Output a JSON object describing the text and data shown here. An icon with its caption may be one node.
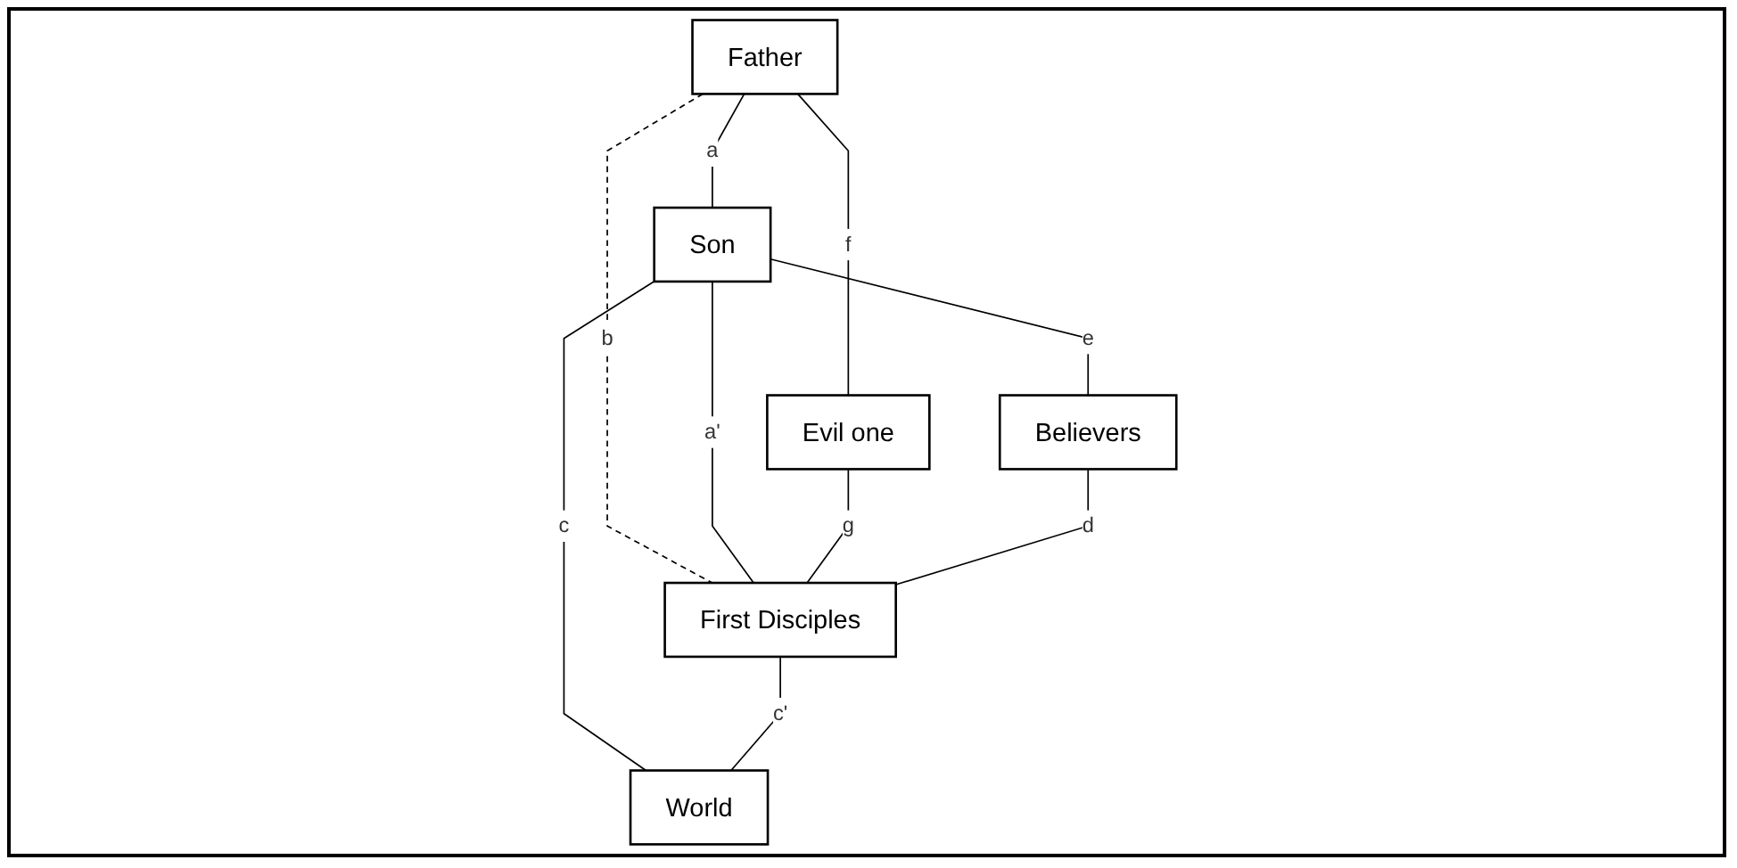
{
  "diagram": {
    "nodes": [
      {
        "text": [
          "Father"
        ]
      },
      {
        "text": [
          "Son"
        ]
      },
      {
        "text": [
          "Evil one"
        ]
      },
      {
        "text": [
          "Believers"
        ]
      },
      {
        "text": [
          "First Disciples"
        ]
      },
      {
        "text": [
          "World"
        ]
      }
    ],
    "edges": [
      {
        "from": 0,
        "to": 1,
        "arrow": "none",
        "label": "a"
      },
      {
        "from": 0,
        "to": 4,
        "arrow": "none",
        "label": "b",
        "style": "dashed"
      },
      {
        "from": 0,
        "to": 2,
        "arrow": "none",
        "label": "f"
      },
      {
        "from": 1,
        "to": 3,
        "arrow": "none",
        "label": "e"
      },
      {
        "from": 1,
        "to": 4,
        "arrow": "none",
        "label": "a'"
      },
      {
        "from": 1,
        "to": 5,
        "arrow": "none",
        "label": "c"
      },
      {
        "from": 2,
        "to": 4,
        "arrow": "none",
        "label": "g"
      },
      {
        "from": 3,
        "to": 4,
        "arrow": "none",
        "label": "d"
      },
      {
        "from": 4,
        "to": 5,
        "arrow": "none",
        "label": "c'"
      }
    ]
  }
}
